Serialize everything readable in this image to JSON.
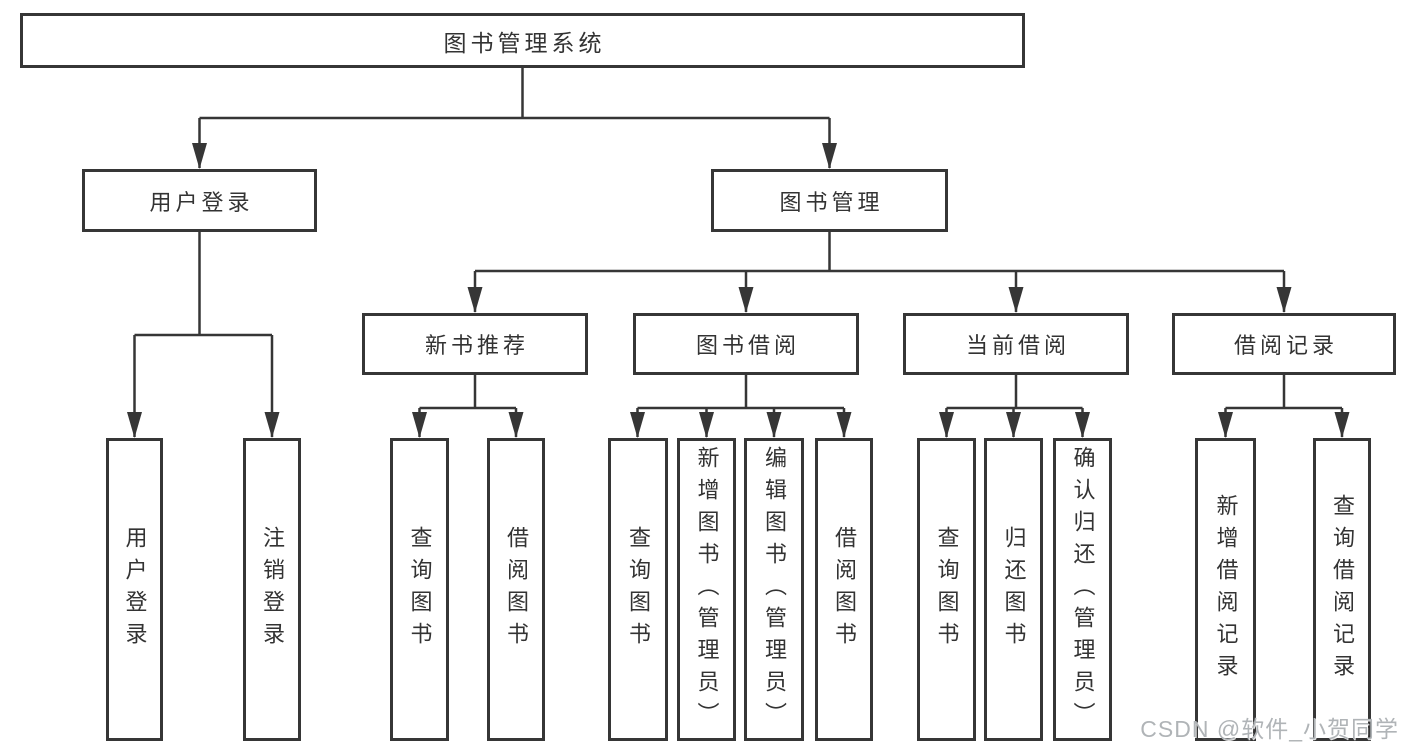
{
  "colors": {
    "background": "#ffffff",
    "line": "#363636",
    "text": "#333333",
    "watermark": "#b0b4b7"
  },
  "watermark": {
    "text": "CSDN @软件_小贺同学"
  },
  "tree": {
    "label": "图书管理系统",
    "children": [
      {
        "label": "用户登录",
        "children": [
          {
            "label": "用户登录"
          },
          {
            "label": "注销登录"
          }
        ]
      },
      {
        "label": "图书管理",
        "children": [
          {
            "label": "新书推荐",
            "children": [
              {
                "label": "查询图书"
              },
              {
                "label": "借阅图书"
              }
            ]
          },
          {
            "label": "图书借阅",
            "children": [
              {
                "label": "查询图书"
              },
              {
                "label": "新增图书（管理员）"
              },
              {
                "label": "编辑图书（管理员）"
              },
              {
                "label": "借阅图书"
              }
            ]
          },
          {
            "label": "当前借阅",
            "children": [
              {
                "label": "查询图书"
              },
              {
                "label": "归还图书"
              },
              {
                "label": "确认归还（管理员）"
              }
            ]
          },
          {
            "label": "借阅记录",
            "children": [
              {
                "label": "新增借阅记录"
              },
              {
                "label": "查询借阅记录"
              }
            ]
          }
        ]
      }
    ]
  }
}
